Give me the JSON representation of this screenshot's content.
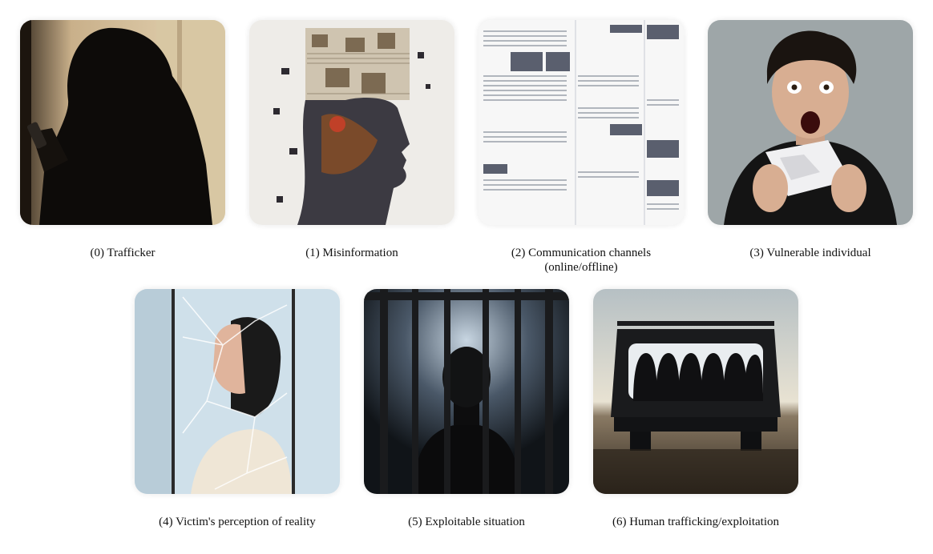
{
  "panels": [
    {
      "label": "(0) Trafficker"
    },
    {
      "label": "(1) Misinformation"
    },
    {
      "label": "(2) Communication channels (online/offline)"
    },
    {
      "label": "(3) Vulnerable individual"
    },
    {
      "label": "(4) Victim's perception of reality"
    },
    {
      "label": "(5) Exploitable situation"
    },
    {
      "label": "(6) Human trafficking/exploitation"
    }
  ]
}
